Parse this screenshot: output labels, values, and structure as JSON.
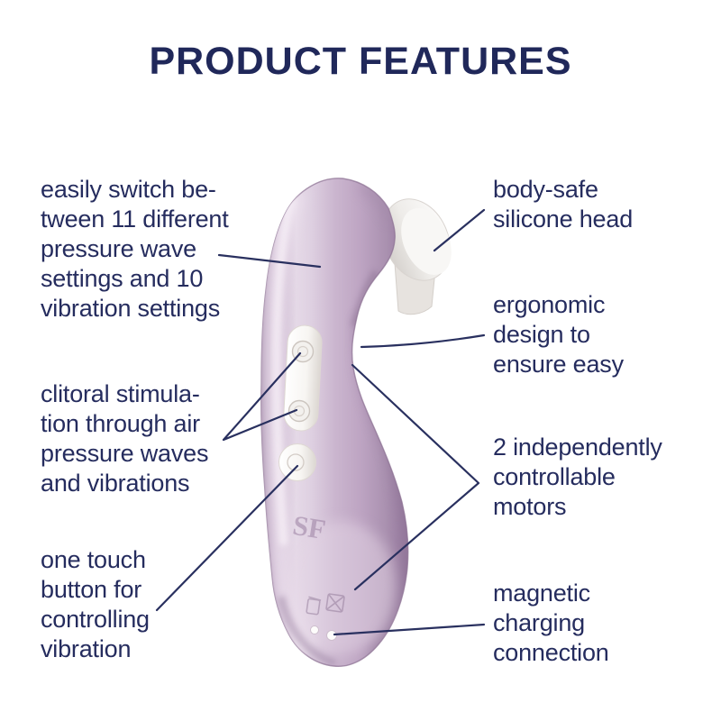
{
  "title": "PRODUCT FEATURES",
  "colors": {
    "text_navy": "#252c5e",
    "leader_line": "#29305f",
    "device_lilac": "#c9b3cc",
    "device_lilac_dark": "#967d9d",
    "silicone_head_white": "#f6f4f1"
  },
  "product": {
    "embossed_logo": "SF"
  },
  "annotations": {
    "left": [
      {
        "id": "pressure-settings",
        "text": "easily switch be-\ntween 11 different\npressure wave\nsettings and 10\nvibration settings"
      },
      {
        "id": "clitoral-stimulation",
        "text": "clitoral stimula-\ntion through air\npressure waves\nand vibrations"
      },
      {
        "id": "one-touch-button",
        "text": "one touch\nbutton for\ncontrolling\nvibration"
      }
    ],
    "right": [
      {
        "id": "silicone-head",
        "text": "body-safe\nsilicone head"
      },
      {
        "id": "ergonomic-design",
        "text": "ergonomic\ndesign to\nensure easy"
      },
      {
        "id": "motors",
        "text": "2 independently\ncontrollable\nmotors"
      },
      {
        "id": "magnetic-charging",
        "text": "magnetic\ncharging\nconnection"
      }
    ]
  }
}
